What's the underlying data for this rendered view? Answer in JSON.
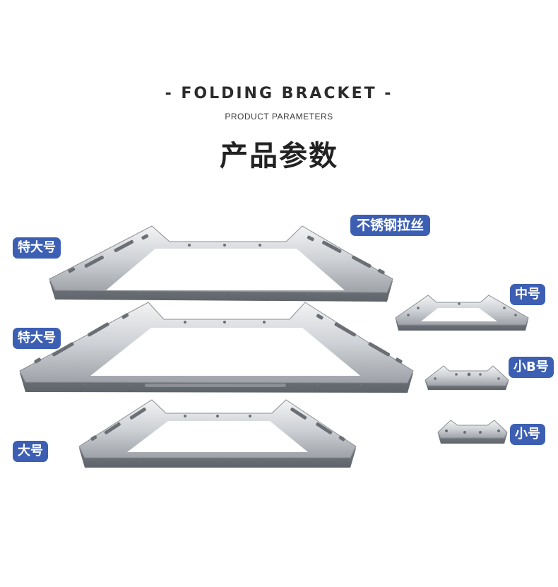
{
  "header": {
    "title_en": "- FOLDING BRACKET -",
    "subtitle_en": "PRODUCT PARAMETERS",
    "title_zh": "产品参数"
  },
  "labels": {
    "material": "不锈钢拉丝",
    "extra_large_1": "特大号",
    "extra_large_2": "特大号",
    "large": "大号",
    "medium": "中号",
    "small_b": "小B号",
    "small": "小号"
  },
  "colors": {
    "badge": "#3d5fb3",
    "steel_light": "#e9eaec",
    "steel_mid": "#b8bbc0",
    "steel_dark": "#6f737a"
  }
}
